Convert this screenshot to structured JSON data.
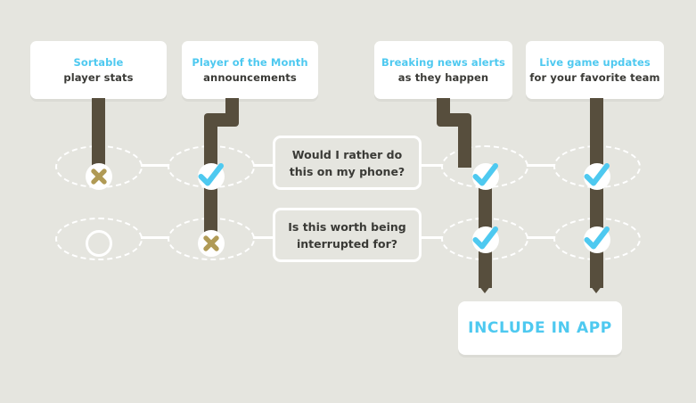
{
  "canvas": {
    "background": "#e5e5df",
    "bar_color": "#574e3d",
    "accent_cyan": "#4ec9f0",
    "reject_tan": "#b09a55",
    "track_color": "#ffffff",
    "text_color": "#3a3a36"
  },
  "cards": [
    {
      "id": "sortable-player-stats",
      "title": "Sortable",
      "subtitle": "player stats"
    },
    {
      "id": "player-of-the-month",
      "title": "Player of the Month",
      "subtitle": "announcements"
    },
    {
      "id": "breaking-news-alerts",
      "title": "Breaking news alerts",
      "subtitle": "as they happen"
    },
    {
      "id": "live-game-updates",
      "title": "Live game updates",
      "subtitle": "for your favorite team"
    }
  ],
  "questions": [
    {
      "id": "question-phone",
      "line1": "Would I rather do",
      "line2": "this on my phone?"
    },
    {
      "id": "question-interrupted",
      "line1": "Is this worth being",
      "line2": "interrupted for?"
    }
  ],
  "result": {
    "label": "INCLUDE IN APP"
  },
  "decisions": {
    "row1": [
      {
        "column": "sortable-player-stats",
        "mark": "cross"
      },
      {
        "column": "player-of-the-month",
        "mark": "check"
      },
      {
        "column": "breaking-news-alerts",
        "mark": "check"
      },
      {
        "column": "live-game-updates",
        "mark": "check"
      }
    ],
    "row2": [
      {
        "column": "sortable-player-stats",
        "mark": "empty"
      },
      {
        "column": "player-of-the-month",
        "mark": "cross"
      },
      {
        "column": "breaking-news-alerts",
        "mark": "check"
      },
      {
        "column": "live-game-updates",
        "mark": "check"
      }
    ]
  },
  "icons": {
    "check": "check-icon",
    "cross": "cross-icon",
    "empty": "empty-circle-icon"
  }
}
